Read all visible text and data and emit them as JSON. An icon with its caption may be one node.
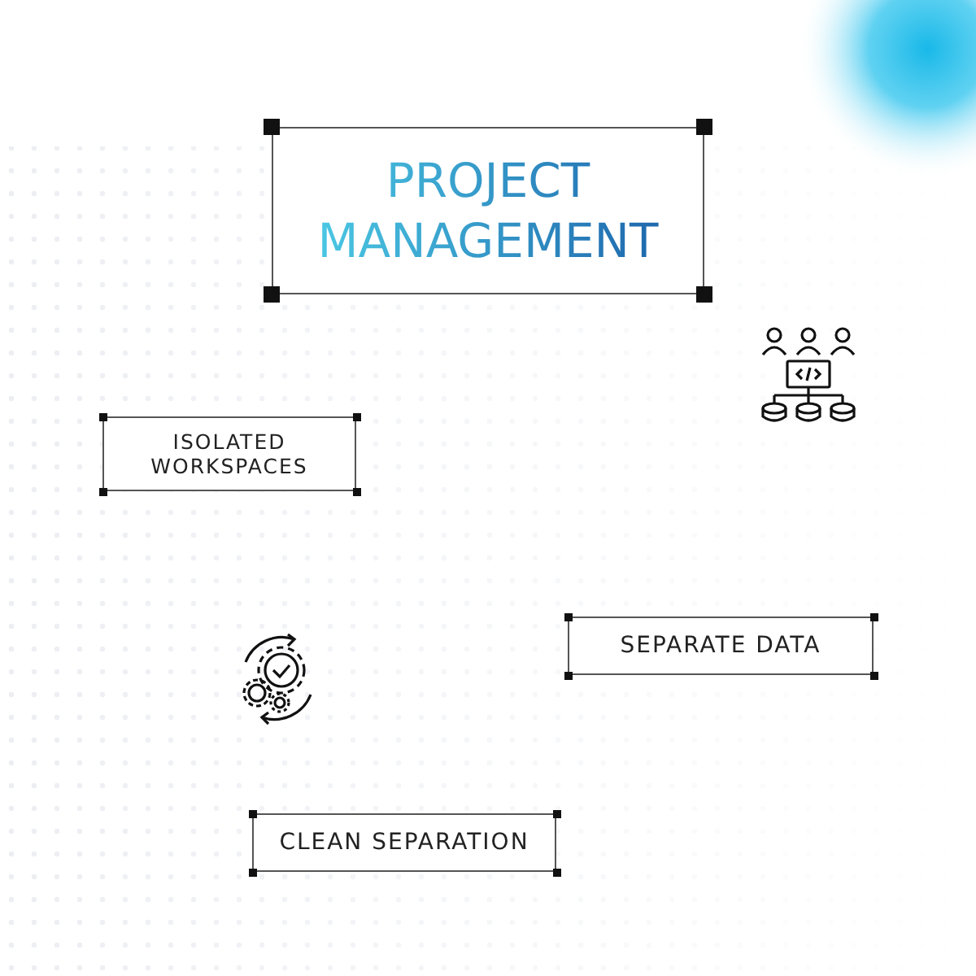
{
  "diagram": {
    "nodes": [
      {
        "text": [
          "PROJECT MANAGEMENT"
        ]
      },
      {
        "text": [
          "ISOLATED WORKSPACES"
        ]
      },
      {
        "text": [
          "SEPARATE DATA"
        ]
      },
      {
        "text": [
          "CLEAN SEPARATION"
        ]
      }
    ]
  }
}
